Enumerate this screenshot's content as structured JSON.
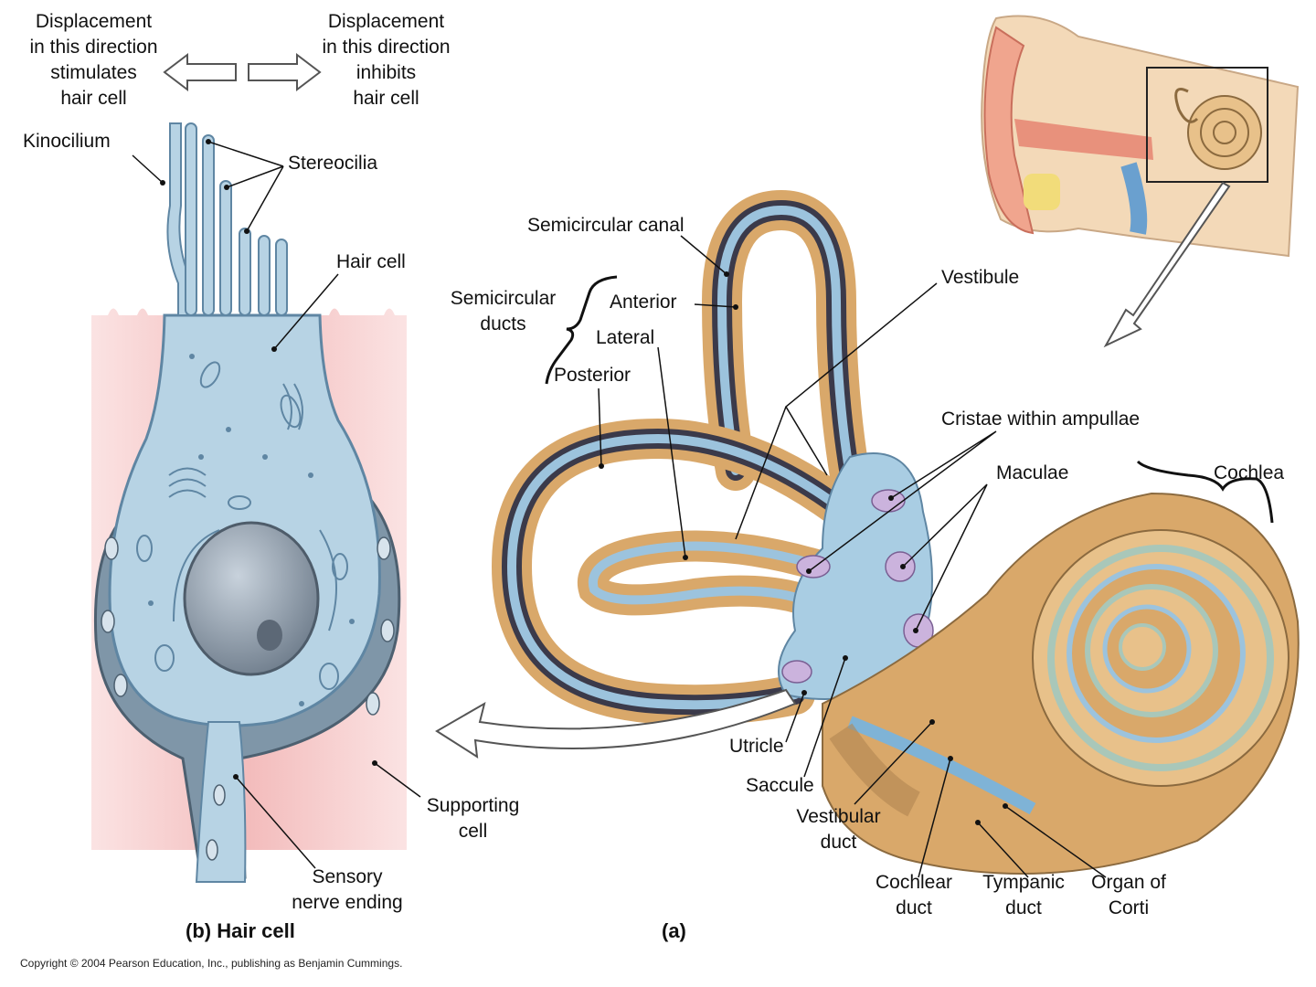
{
  "hair_cell": {
    "displacement_left": [
      "Displacement",
      "in this direction",
      "stimulates",
      "hair cell"
    ],
    "displacement_right": [
      "Displacement",
      "in this direction",
      "inhibits",
      "hair cell"
    ],
    "kinocilium": "Kinocilium",
    "stereocilia": "Stereocilia",
    "hair_cell": "Hair cell",
    "supporting_cell": [
      "Supporting",
      "cell"
    ],
    "sensory_nerve_ending": [
      "Sensory",
      "nerve ending"
    ],
    "caption": "(b) Hair cell"
  },
  "inner_ear": {
    "semicircular_canal": "Semicircular canal",
    "semicircular_ducts": [
      "Semicircular",
      "ducts"
    ],
    "anterior": "Anterior",
    "lateral": "Lateral",
    "posterior": "Posterior",
    "vestibule": "Vestibule",
    "cristae": "Cristae within ampullae",
    "maculae": "Maculae",
    "cochlea": "Cochlea",
    "utricle": "Utricle",
    "saccule": "Saccule",
    "vestibular_duct": [
      "Vestibular",
      "duct"
    ],
    "cochlear_duct": [
      "Cochlear",
      "duct"
    ],
    "tympanic_duct": [
      "Tympanic",
      "duct"
    ],
    "organ_of_corti": [
      "Organ of",
      "Corti"
    ],
    "caption": "(a)"
  },
  "copyright": "Copyright © 2004 Pearson Education, Inc., publishing as Benjamin Cummings.",
  "colors": {
    "cell_blue": "#b7d3e4",
    "tissue_pink": "#f4c6c6",
    "bony_tan": "#d9a86a",
    "membrane_blue": "#9cc3dd",
    "inner_dark": "#3b3a4a"
  }
}
